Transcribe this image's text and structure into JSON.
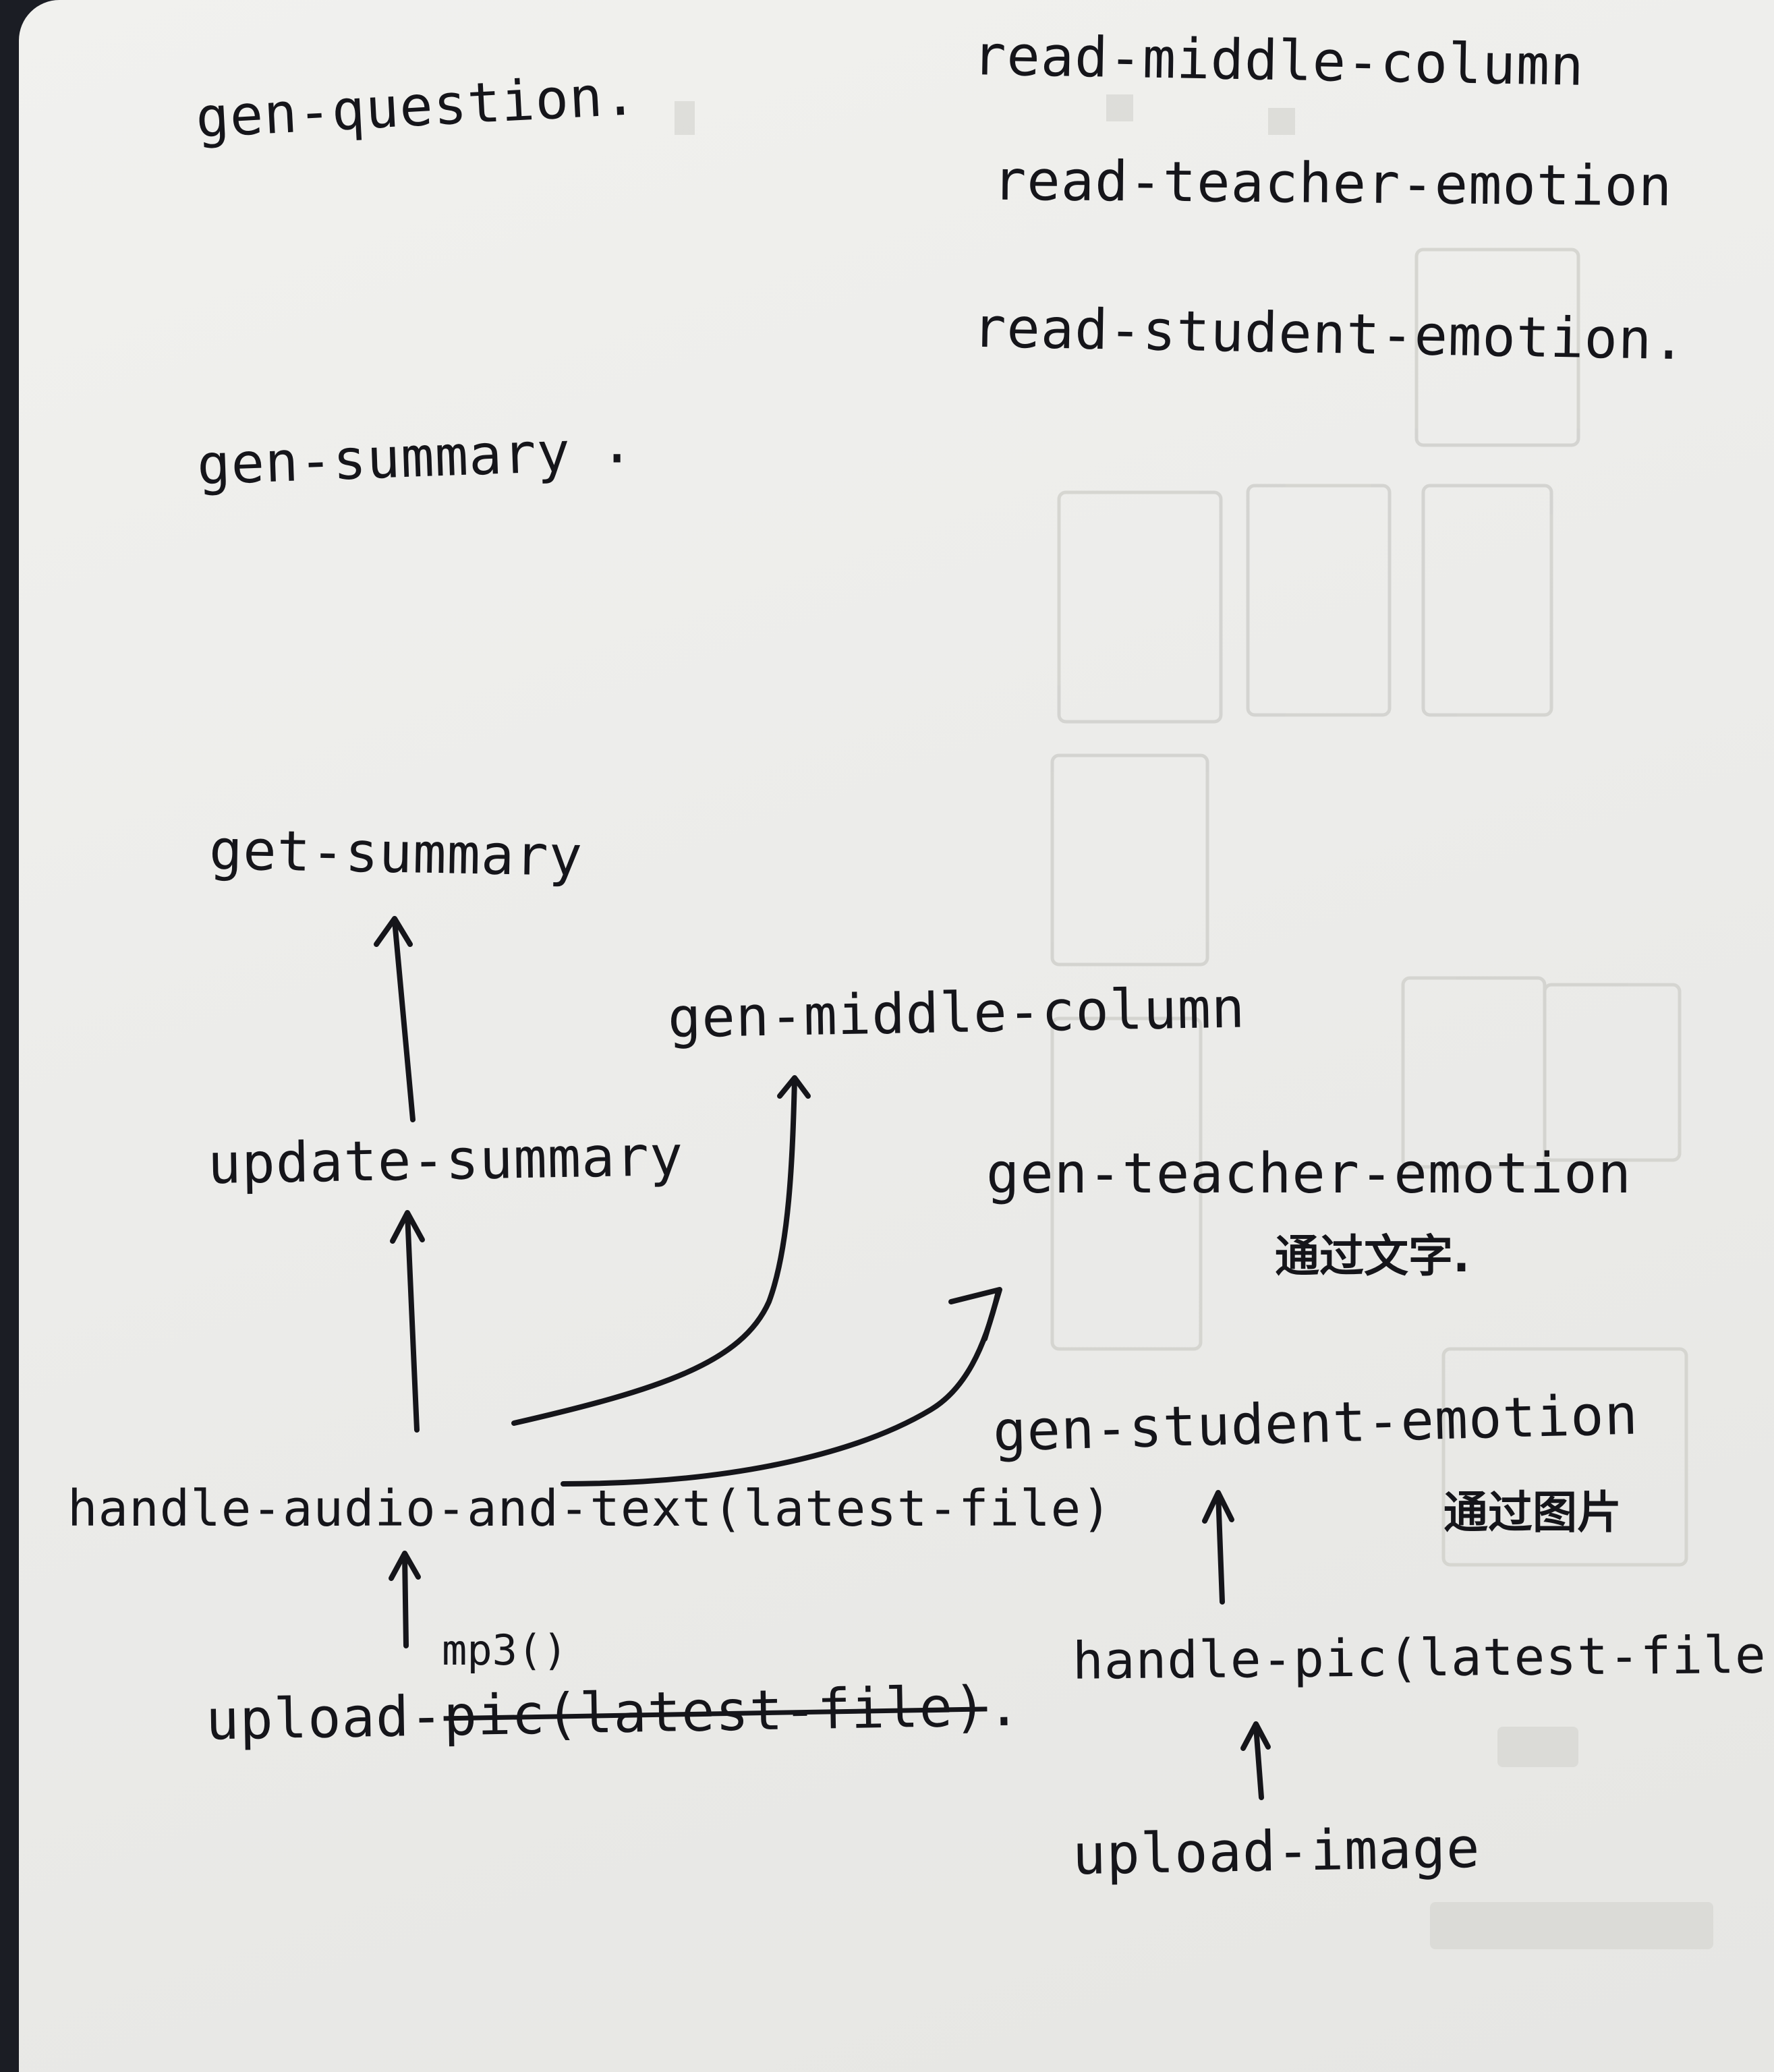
{
  "nodes": {
    "gen_question": "gen-question.",
    "read_middle_column": "read-middle-column",
    "read_teacher_emotion": "read-teacher-emotion",
    "read_student_emotion": "read-student-emotion.",
    "gen_summary": "gen-summary",
    "gen_summary_dot": "·",
    "get_summary": "get-summary",
    "gen_middle_column": "gen-middle-column",
    "update_summary": "update-summary",
    "gen_teacher_emotion": "gen-teacher-emotion",
    "gen_teacher_emotion_note": "通过文字.",
    "gen_student_emotion": "gen-student-emotion",
    "gen_student_emotion_note": "通过图片",
    "handle_audio_and_text": "handle-audio-and-text(latest-file)",
    "handle_pic": "handle-pic(latest-file)",
    "upload_prefix": "upload-",
    "upload_struck": "pic(latest-file)",
    "upload_suffix": ".",
    "upload_insert": "mp3()",
    "upload_image": "upload-image"
  },
  "colors": {
    "ink": "#15151a",
    "paper": "#ececea",
    "background": "#1b1d24"
  }
}
